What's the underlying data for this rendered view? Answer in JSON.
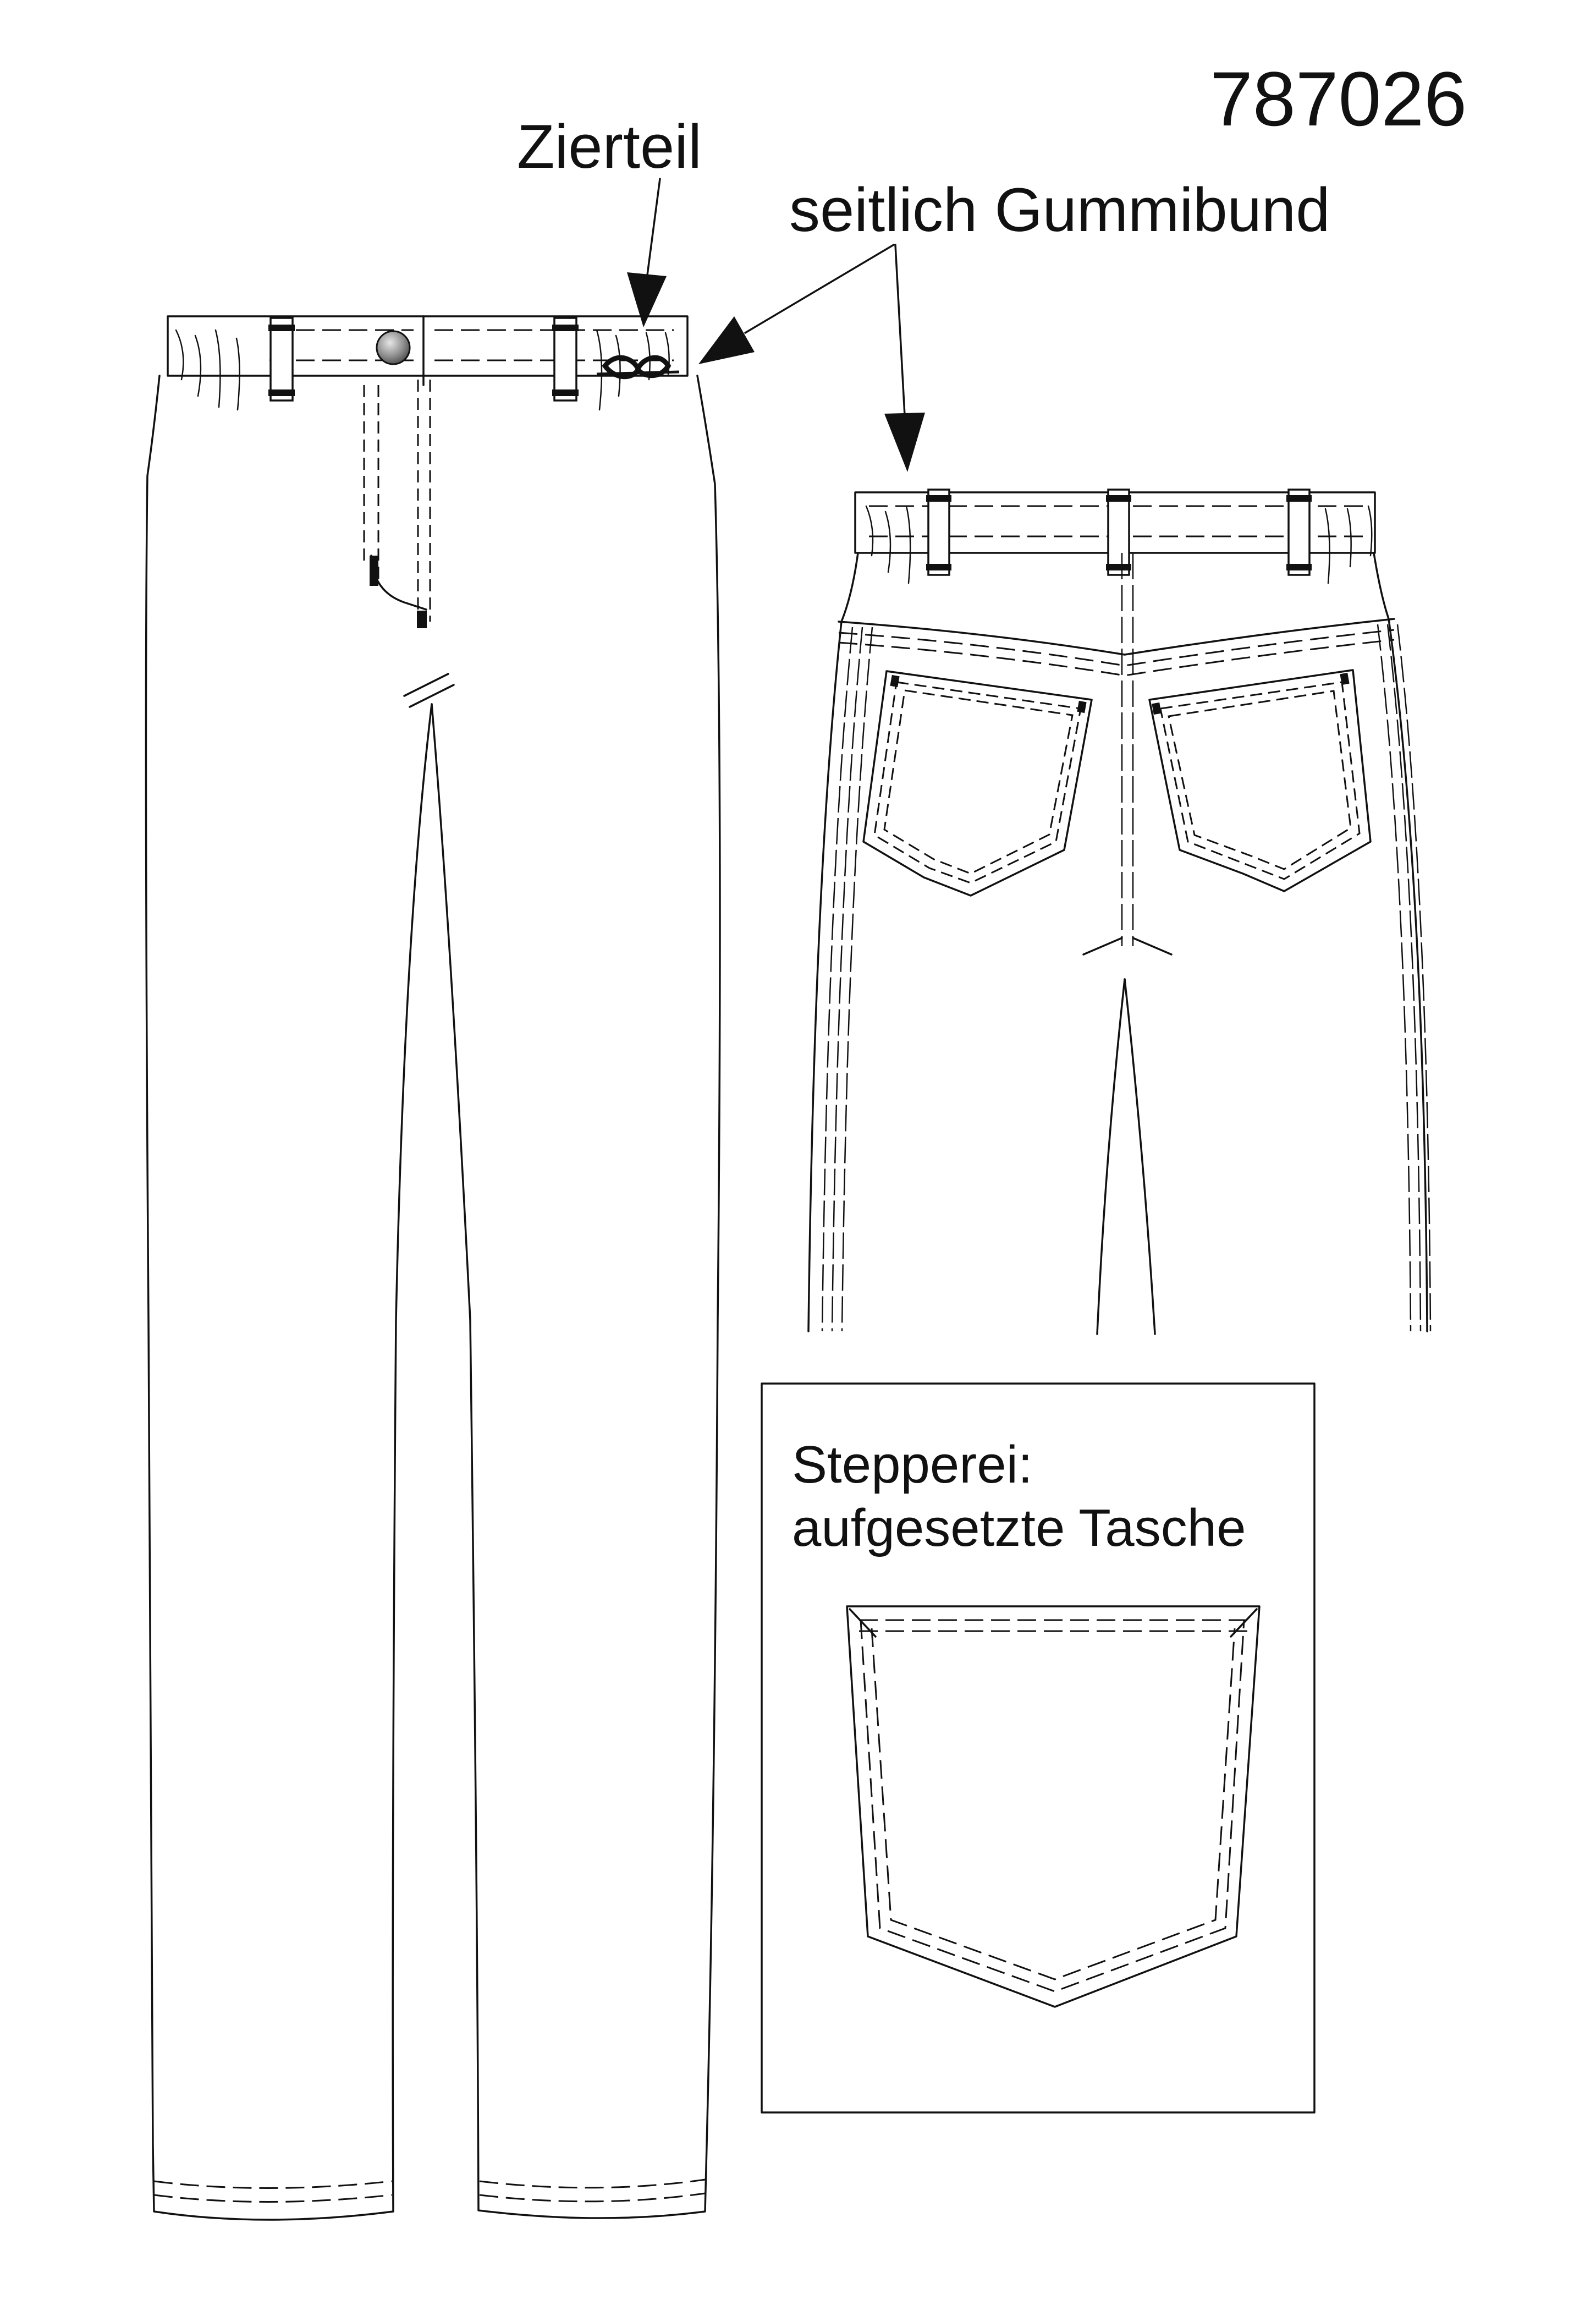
{
  "drawing": {
    "article_number": "787026",
    "callouts": {
      "decor_part": "Zierteil",
      "side_elastic": "seitlich Gummibund"
    },
    "detail_box": {
      "line1": "Stepperei:",
      "line2": "aufgesetzte Tasche"
    }
  },
  "colors": {
    "line": "#111111",
    "background": "#ffffff",
    "button_fill": "#9a9a9a"
  }
}
